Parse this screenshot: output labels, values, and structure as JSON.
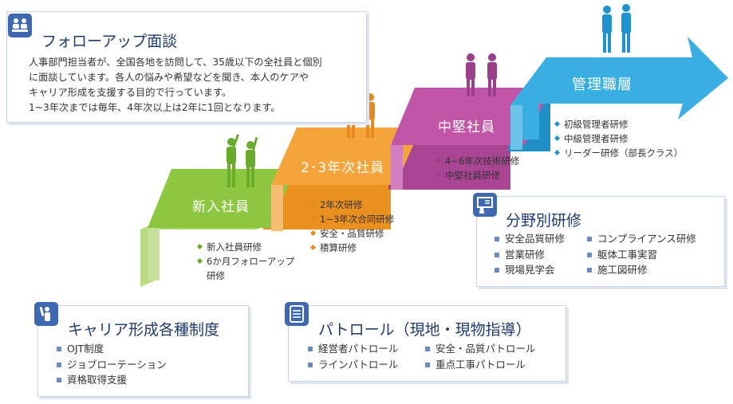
{
  "colors": {
    "step_green": "#8dc63f",
    "step_orange": "#f4a43a",
    "step_purple": "#c155a6",
    "step_blue": "#39aee2",
    "people_green": "#6aab2e",
    "people_orange": "#e78a1e",
    "people_purple": "#9b3f8a",
    "people_blue": "#1f93cf",
    "title_navy": "#1f3a6d",
    "icon_blue": "#3e69b1"
  },
  "follow_up": {
    "icon": "interview-meeting-icon",
    "title": "フォローアップ面談",
    "lines": [
      "人事部門担当者が、全国各地を訪問して、35歳以下の全社員と個別",
      "に面談しています。各人の悩みや希望などを聞き、本人のケアや",
      "キャリア形成を支援する目的で行っています。",
      "1~3年次までは毎年、4年次以上は2年に1回となります。"
    ]
  },
  "steps": [
    {
      "label": "新入社員",
      "items": [
        "新入社員研修",
        "6か月フォローアップ",
        "研修"
      ]
    },
    {
      "label": "2･3年次社員",
      "items": [
        "2年次研修",
        "1~3年次合同研修",
        "安全・品質研修",
        "積算研修"
      ]
    },
    {
      "label": "中堅社員",
      "items": [
        "4~6年次技術研修",
        "中堅社員研修"
      ]
    },
    {
      "label": "管理職層",
      "items": [
        "初級管理者研修",
        "中級管理者研修",
        "リーダー研修（部長クラス）"
      ]
    }
  ],
  "field_training": {
    "icon": "presentation-board-icon",
    "title": "分野別研修",
    "col1": [
      "安全品質研修",
      "営業研修",
      "現場見学会"
    ],
    "col2": [
      "コンプライアンス研修",
      "躯体工事実習",
      "施工図研修"
    ]
  },
  "career": {
    "icon": "raised-hand-person-icon",
    "title": "キャリア形成各種制度",
    "items": [
      "OJT制度",
      "ジョブローテーション",
      "資格取得支援"
    ]
  },
  "patrol": {
    "icon": "checklist-clipboard-icon",
    "title": "パトロール（現地・現物指導）",
    "col1": [
      "経営者パトロール",
      "ラインパトロール"
    ],
    "col2": [
      "安全・品質パトロール",
      "重点工事パトロール"
    ]
  }
}
